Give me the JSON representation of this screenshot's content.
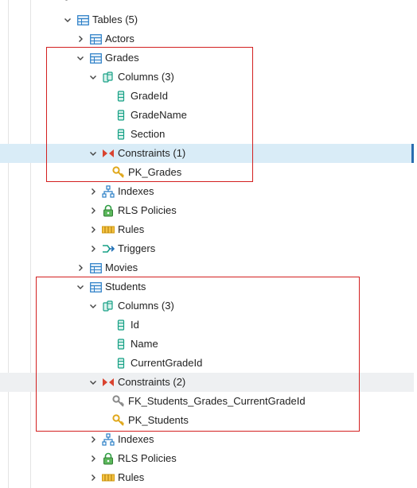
{
  "tree": {
    "tables": {
      "label": "Tables (5)"
    },
    "actors": {
      "label": "Actors"
    },
    "grades": {
      "label": "Grades",
      "columns": {
        "label": "Columns (3)",
        "items": [
          "GradeId",
          "GradeName",
          "Section"
        ]
      },
      "constraints": {
        "label": "Constraints (1)",
        "items": [
          "PK_Grades"
        ]
      },
      "indexes": {
        "label": "Indexes"
      },
      "rls": {
        "label": "RLS Policies"
      },
      "rules": {
        "label": "Rules"
      },
      "triggers": {
        "label": "Triggers"
      }
    },
    "movies": {
      "label": "Movies"
    },
    "students": {
      "label": "Students",
      "columns": {
        "label": "Columns (3)",
        "items": [
          "Id",
          "Name",
          "CurrentGradeId"
        ]
      },
      "constraints": {
        "label": "Constraints (2)",
        "items": [
          "FK_Students_Grades_CurrentGradeId",
          "PK_Students"
        ]
      },
      "indexes": {
        "label": "Indexes"
      },
      "rls": {
        "label": "RLS Policies"
      },
      "rules": {
        "label": "Rules"
      }
    }
  },
  "colors": {
    "selected_row": "#d9ecf7",
    "hover_row": "#eef0f2",
    "highlight_box": "#d32020",
    "table_icon": "#2a7ec6",
    "column_icon": "#16a085",
    "constraint_icon": "#d9432f",
    "key_icon": "#e0a81c"
  },
  "icons": {
    "table": "table-icon",
    "columns": "columns-icon",
    "column": "column-icon",
    "constraints": "constraints-icon",
    "primary_key": "primary-key-icon",
    "foreign_key": "foreign-key-icon",
    "indexes": "indexes-icon",
    "rls": "lock-icon",
    "rules": "rules-icon",
    "triggers": "triggers-icon"
  }
}
